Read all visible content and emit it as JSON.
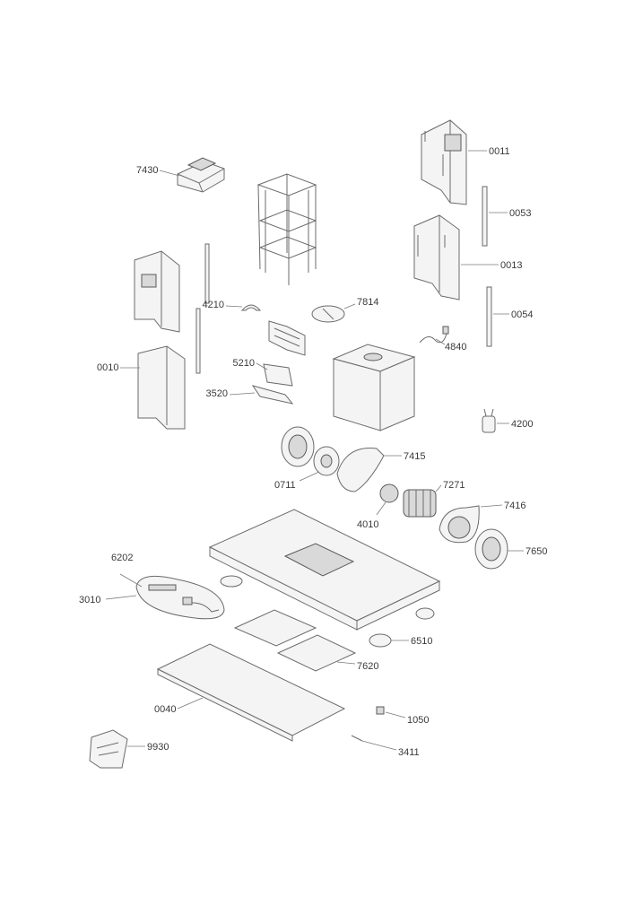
{
  "parts": [
    {
      "id": "p0011",
      "label": "0011"
    },
    {
      "id": "p0053",
      "label": "0053"
    },
    {
      "id": "p0013",
      "label": "0013"
    },
    {
      "id": "p0054",
      "label": "0054"
    },
    {
      "id": "p7430",
      "label": "7430"
    },
    {
      "id": "p4210",
      "label": "4210"
    },
    {
      "id": "p7814",
      "label": "7814"
    },
    {
      "id": "p4840",
      "label": "4840"
    },
    {
      "id": "p0010",
      "label": "0010"
    },
    {
      "id": "p5210",
      "label": "5210"
    },
    {
      "id": "p3520",
      "label": "3520"
    },
    {
      "id": "p4200",
      "label": "4200"
    },
    {
      "id": "p7415",
      "label": "7415"
    },
    {
      "id": "p0711",
      "label": "0711"
    },
    {
      "id": "p7271",
      "label": "7271"
    },
    {
      "id": "p7416",
      "label": "7416"
    },
    {
      "id": "p4010",
      "label": "4010"
    },
    {
      "id": "p7650",
      "label": "7650"
    },
    {
      "id": "p6202",
      "label": "6202"
    },
    {
      "id": "p3010",
      "label": "3010"
    },
    {
      "id": "p6510",
      "label": "6510"
    },
    {
      "id": "p7620",
      "label": "7620"
    },
    {
      "id": "p0040",
      "label": "0040"
    },
    {
      "id": "p1050",
      "label": "1050"
    },
    {
      "id": "p9930",
      "label": "9930"
    },
    {
      "id": "p3411",
      "label": "3411"
    }
  ]
}
